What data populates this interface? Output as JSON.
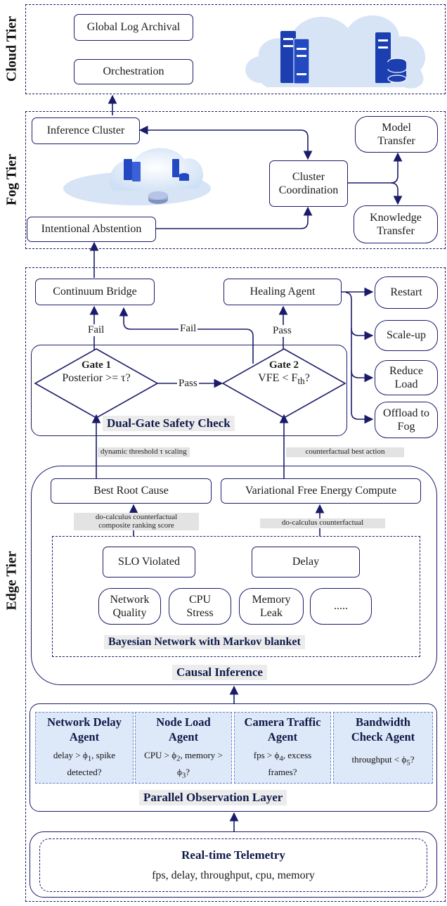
{
  "tiers": {
    "cloud": "Cloud Tier",
    "fog": "Fog Tier",
    "edge": "Edge Tier"
  },
  "cloud": {
    "archival": "Global Log Archival",
    "orchestration": "Orchestration"
  },
  "fog": {
    "inference": "Inference Cluster",
    "abstention": "Intentional Abstention",
    "coordination": "Cluster Coordination",
    "model_transfer": "Model Transfer",
    "knowledge_transfer": "Knowledge Transfer"
  },
  "edge": {
    "continuum_bridge": "Continuum Bridge",
    "healing_agent": "Healing Agent",
    "actions": [
      "Restart",
      "Scale-up",
      "Reduce Load",
      "Offload to Fog"
    ],
    "fail_1": "Fail",
    "fail_2": "Fail",
    "pass_1": "Pass",
    "pass_2": "Pass",
    "gate1": {
      "title": "Gate 1",
      "condition": "Posterior >= τ?"
    },
    "gate2": {
      "title": "Gate 2",
      "condition_pre": "VFE < F",
      "condition_sub": "th",
      "condition_post": "?"
    },
    "safety_label": "Dual-Gate Safety Check",
    "note_threshold": "dynamic threshold τ scaling",
    "note_counterfactual": "counterfactual best action",
    "best_root_cause": "Best Root Cause",
    "vfe_compute": "Variational Free Energy Compute",
    "note_docalc_rank_1": "do-calculus counterfactual",
    "note_docalc_rank_2": "composite ranking score",
    "note_docalc": "do-calculus counterfactual",
    "slo": "SLO Violated",
    "delay": "Delay",
    "nodes": [
      "Network Quality",
      "CPU Stress",
      "Memory Leak",
      "....."
    ],
    "bayes_label": "Bayesian Network with Markov blanket",
    "causal_label": "Causal Inference",
    "agents": [
      {
        "title": "Network Delay Agent",
        "desc_html": "delay > ϕ<sub>1</sub>, spike detected?"
      },
      {
        "title": "Node Load Agent",
        "desc_html": "CPU > ϕ<sub>2</sub>, memory > ϕ<sub>3</sub>?"
      },
      {
        "title": "Camera Traffic Agent",
        "desc_html": "fps > ϕ<sub>4</sub>, excess frames?"
      },
      {
        "title": "Bandwidth Check Agent",
        "desc_html": "throughput < ϕ<sub>5</sub>?"
      }
    ],
    "parallel_label": "Parallel Observation Layer",
    "telemetry_title": "Real-time Telemetry",
    "telemetry_desc": "fps, delay, throughput, cpu, memory"
  },
  "colors": {
    "line": "#1b1b6b",
    "cloud": "#cfe0f5",
    "server": "#1b3fb0",
    "agent_fill": "#dde8f8"
  },
  "icons": [
    "cloud-icon",
    "server-rack-icon",
    "database-icon",
    "router-icon"
  ]
}
